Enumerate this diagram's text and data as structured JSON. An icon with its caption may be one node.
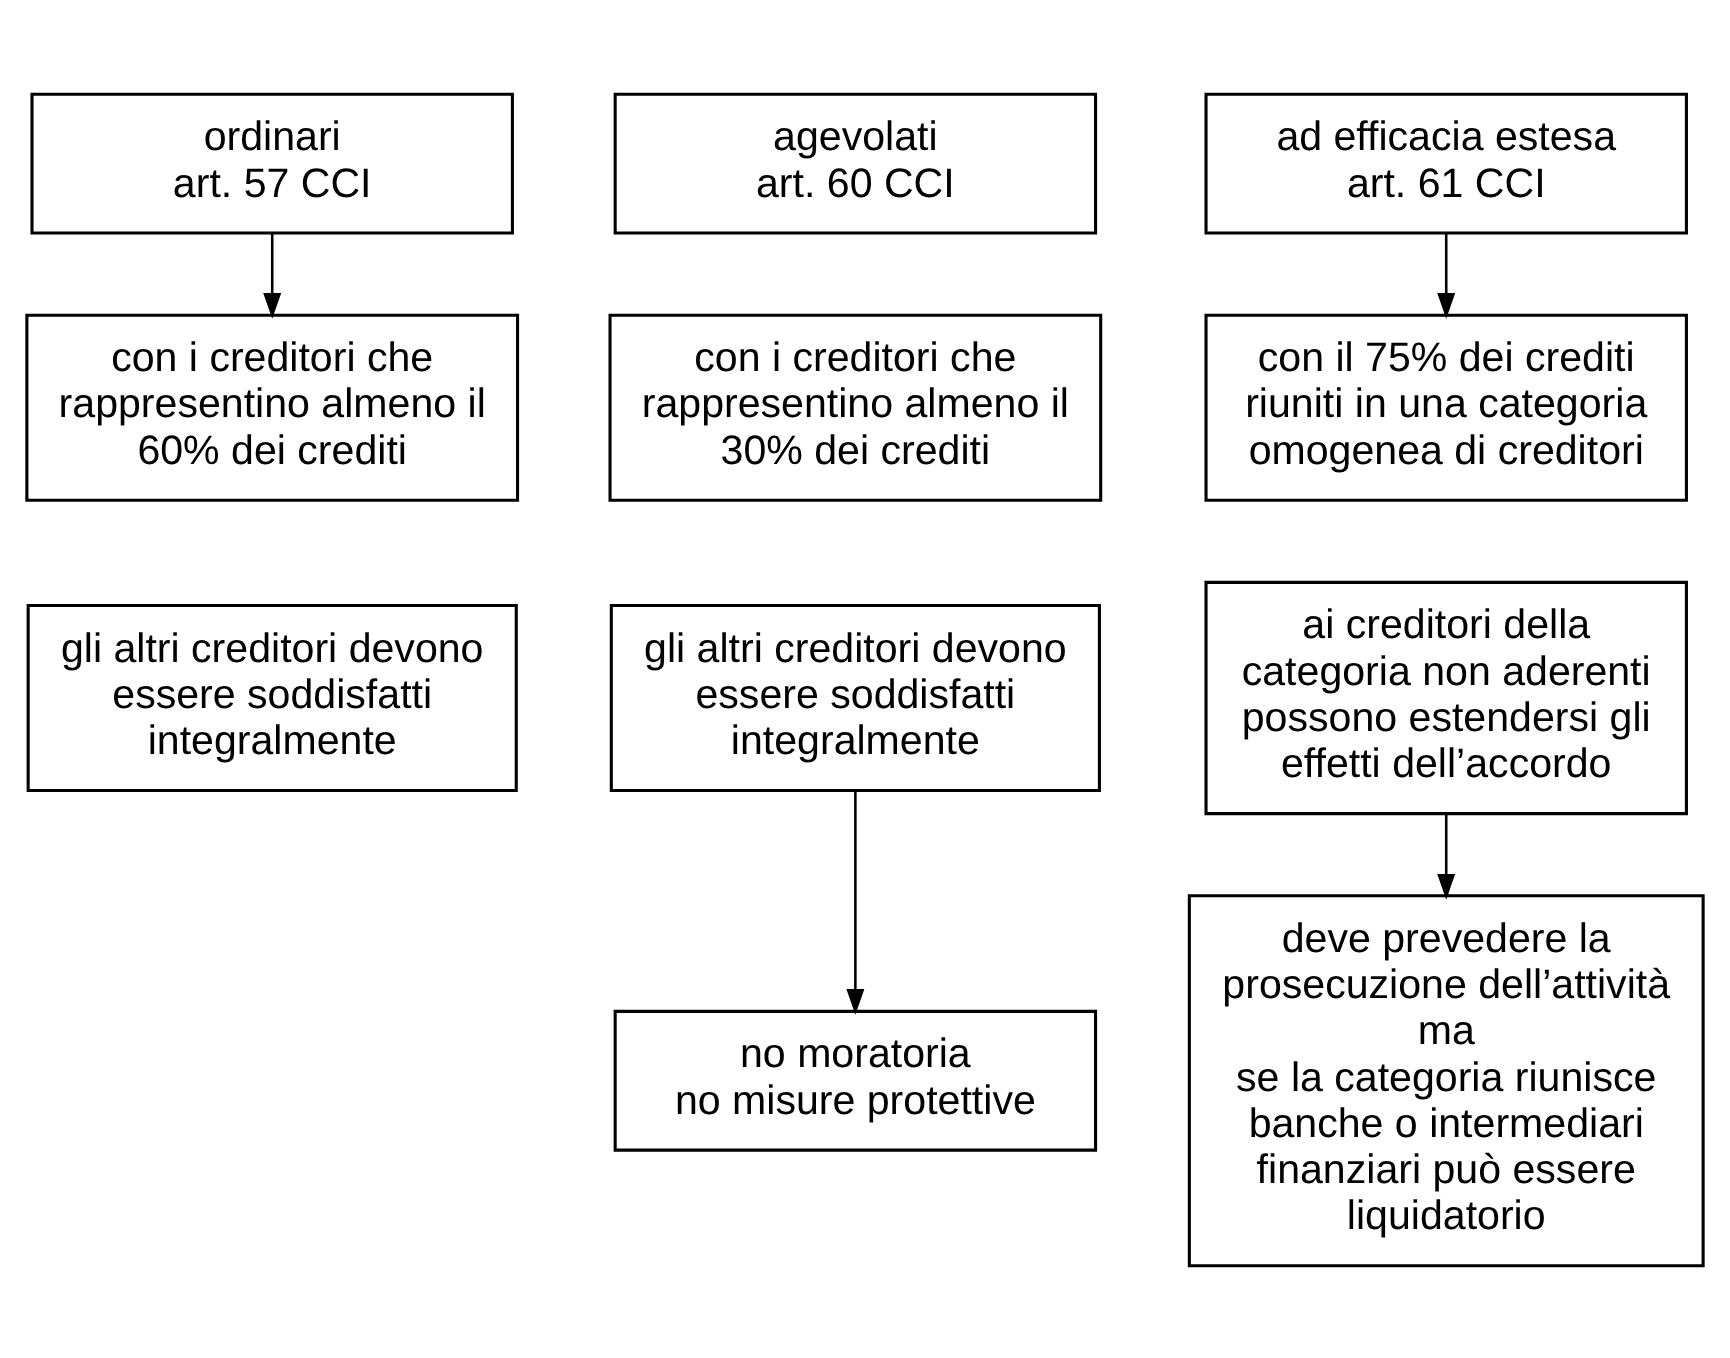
{
  "diagram": {
    "nodes": [
      {
        "text": [
          "ordinari",
          "art. 57 CCI"
        ]
      },
      {
        "text": [
          "agevolati",
          "art. 60 CCI"
        ]
      },
      {
        "text": [
          "ad efficacia estesa",
          "art. 61 CCI"
        ]
      },
      {
        "text": [
          "con i creditori che rappresentino almeno il 60% dei crediti"
        ]
      },
      {
        "text": [
          "con i creditori che rappresentino almeno il 30% dei crediti"
        ]
      },
      {
        "text": [
          "con il 75% dei crediti riuniti in una categoria omogenea di creditori"
        ]
      },
      {
        "text": [
          "gli altri creditori devono essere soddisfatti integralmente"
        ]
      },
      {
        "text": [
          "gli altri creditori devono essere soddisfatti integralmente"
        ]
      },
      {
        "text": [
          "ai creditori della categoria non aderenti possono estendersi gli effetti dell’accordo"
        ]
      },
      {
        "text": [
          "no moratoria",
          "no misure protettive"
        ]
      },
      {
        "text": [
          "deve prevedere la prosecuzione dell’attività",
          "ma",
          "se la categoria riunisce banche o intermediari finanziari può essere liquidatorio"
        ]
      }
    ],
    "edges": [
      {
        "from": 0,
        "to": 3,
        "arrow": "to"
      },
      {
        "from": 2,
        "to": 5,
        "arrow": "to"
      },
      {
        "from": 7,
        "to": 9,
        "arrow": "to"
      },
      {
        "from": 8,
        "to": 10,
        "arrow": "to"
      }
    ]
  }
}
